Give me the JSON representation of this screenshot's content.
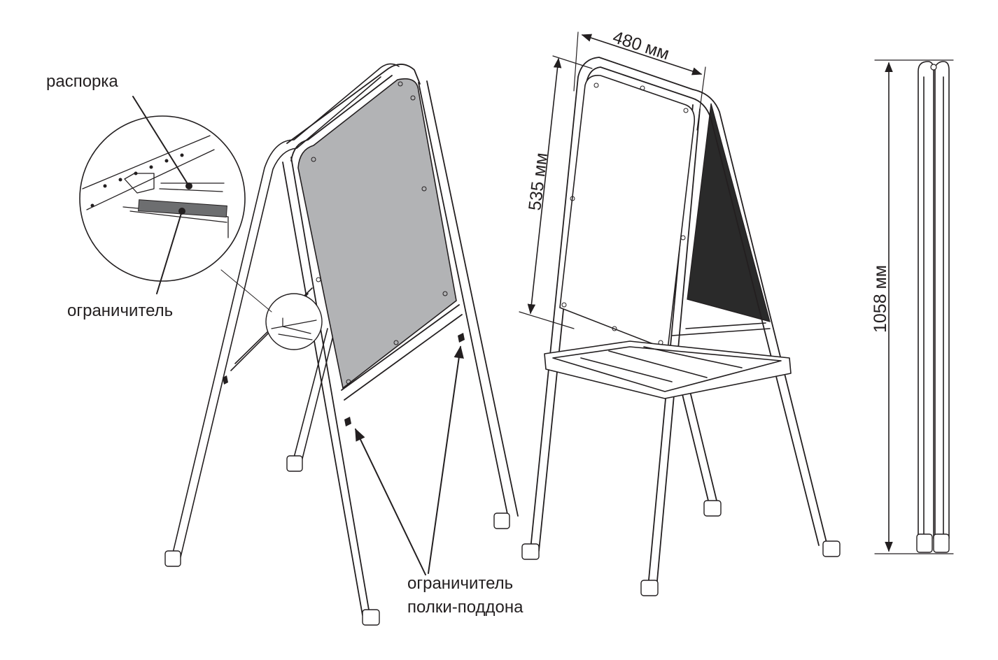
{
  "labels": {
    "spacer": "распорка",
    "limiter": "ограничитель",
    "tray_limiter_line1": "ограничитель",
    "tray_limiter_line2": "полки-поддона"
  },
  "dimensions": {
    "width": "480 мм",
    "board_height": "535 мм",
    "total_height": "1058 мм"
  },
  "colors": {
    "board_grey": "#b2b3b5",
    "board_dark": "#2a2a2a",
    "stroke": "#231f20",
    "limiter_strip": "#6d6e70"
  }
}
